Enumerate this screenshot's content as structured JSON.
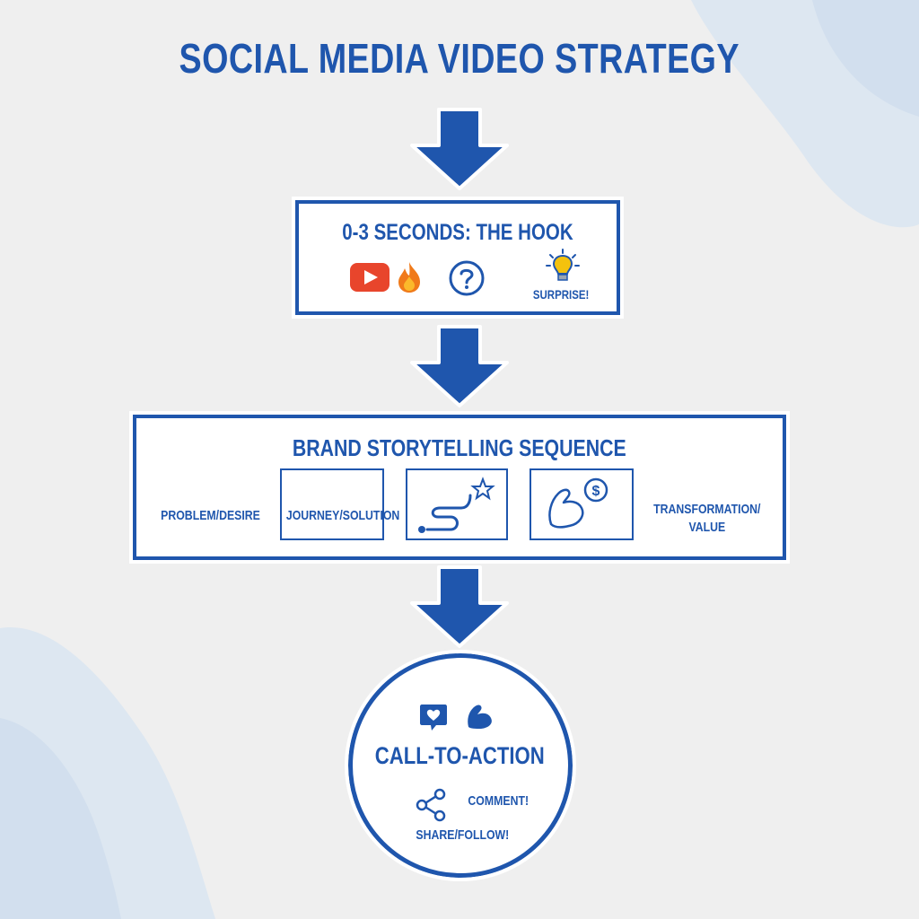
{
  "title": "SOCIAL MEDIA VIDEO STRATEGY",
  "hook": {
    "heading": "0-3 SECONDS: THE HOOK",
    "icons": [
      "video-play-icon",
      "fire-icon",
      "question-icon",
      "lightbulb-icon"
    ],
    "surprise_label": "SURPRISE!"
  },
  "story": {
    "heading": "BRAND STORYTELLING SEQUENCE",
    "steps": [
      {
        "label": "PROBLEM/DESIRE"
      },
      {
        "label": "JOURNEY/SOLUTION"
      },
      {
        "label": "",
        "icon": "path-to-star-icon"
      },
      {
        "label": "",
        "icon": "flexed-arm-dollar-icon"
      },
      {
        "label_line1": "TRANSFORMATION/",
        "label_line2": "VALUE"
      }
    ]
  },
  "cta": {
    "heading": "CALL-TO-ACTION",
    "icons": [
      "heart-comment-icon",
      "flexed-arm-icon",
      "share-icon"
    ],
    "comment_label": "COMMENT!",
    "share_label": "SHARE/FOLLOW!"
  },
  "colors": {
    "primary_blue": "#1f56ad",
    "background": "#efefef",
    "wave": "#d7e3ef",
    "play_red": "#e8452c",
    "flame_orange": "#f07a1a",
    "bulb_yellow": "#f4c20d"
  }
}
